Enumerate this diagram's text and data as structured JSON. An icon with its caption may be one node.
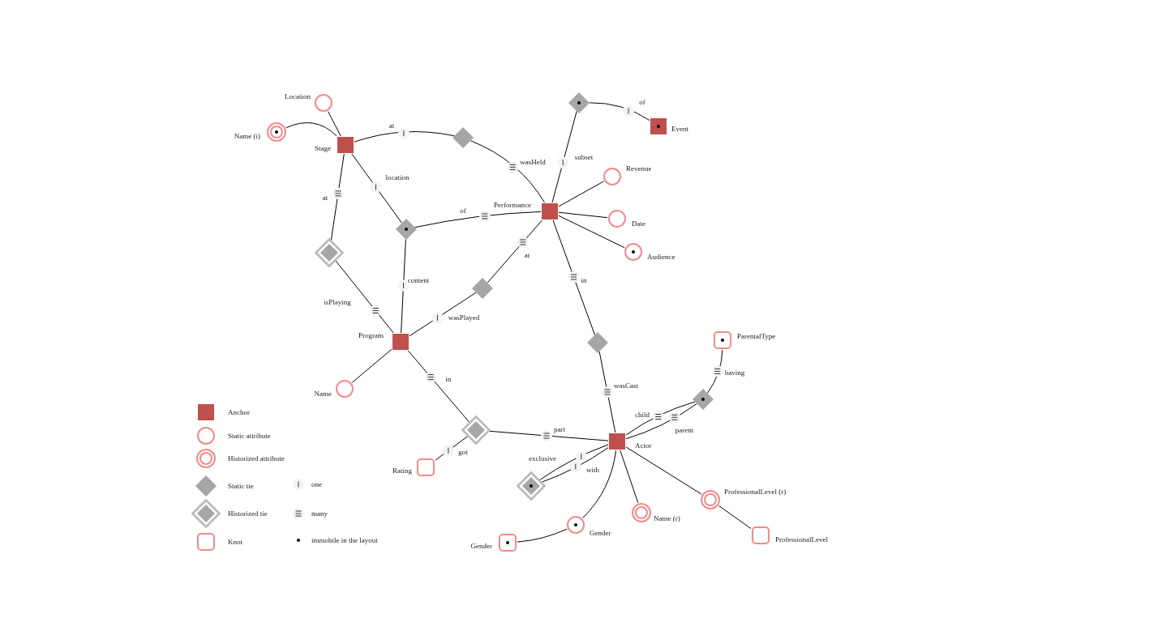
{
  "diagram": {
    "nodes": [
      {
        "text": [
          "Stage"
        ]
      },
      {
        "text": [
          "Location"
        ]
      },
      {
        "text": [
          "Name (i)"
        ]
      },
      {
        "text": [],
        "shape": "diamond"
      },
      {
        "text": [
          "Performance"
        ]
      },
      {
        "text": [],
        "shape": "diamond"
      },
      {
        "text": [
          "Event"
        ]
      },
      {
        "text": [
          "Revenue"
        ]
      },
      {
        "text": [
          "Date"
        ]
      },
      {
        "text": [
          "Audience"
        ]
      },
      {
        "text": [],
        "shape": "diamond"
      },
      {
        "text": [],
        "shape": "diamond"
      },
      {
        "text": [],
        "shape": "diamond"
      },
      {
        "text": [
          "Program"
        ]
      },
      {
        "text": [
          "Name"
        ]
      },
      {
        "text": [],
        "shape": "diamond"
      },
      {
        "text": [
          "Rating"
        ]
      },
      {
        "text": [],
        "shape": "diamond"
      },
      {
        "text": [
          "ParentalType"
        ]
      },
      {
        "text": [],
        "shape": "diamond"
      },
      {
        "text": [
          "Actor"
        ]
      },
      {
        "text": [],
        "shape": "diamond"
      },
      {
        "text": [
          "Gender"
        ]
      },
      {
        "text": [
          "Gender"
        ]
      },
      {
        "text": [
          "Name (r)"
        ]
      },
      {
        "text": [
          "ProfessionalLevel (r)"
        ]
      },
      {
        "text": [
          "ProfessionalLevel"
        ]
      }
    ],
    "edges": [
      {
        "from": 0,
        "to": 1,
        "arrow": "none"
      },
      {
        "from": 0,
        "to": 2,
        "arrow": "none"
      },
      {
        "from": 3,
        "to": 0,
        "arrow": "none",
        "label": "at"
      },
      {
        "from": 3,
        "to": 4,
        "arrow": "none",
        "label": "wasHeld"
      },
      {
        "from": 5,
        "to": 4,
        "arrow": "none",
        "label": "subset"
      },
      {
        "from": 5,
        "to": 6,
        "arrow": "none",
        "label": "of"
      },
      {
        "from": 4,
        "to": 7,
        "arrow": "none"
      },
      {
        "from": 4,
        "to": 8,
        "arrow": "none"
      },
      {
        "from": 4,
        "to": 9,
        "arrow": "none"
      },
      {
        "from": 10,
        "to": 0,
        "arrow": "none",
        "label": "location"
      },
      {
        "from": 10,
        "to": 4,
        "arrow": "none",
        "label": "of"
      },
      {
        "from": 10,
        "to": 13,
        "arrow": "none",
        "label": "content"
      },
      {
        "from": 11,
        "to": 0,
        "arrow": "none",
        "label": "at"
      },
      {
        "from": 11,
        "to": 13,
        "arrow": "none",
        "label": "isPlaying"
      },
      {
        "from": 12,
        "to": 4,
        "arrow": "none",
        "label": "at"
      },
      {
        "from": 12,
        "to": 13,
        "arrow": "none",
        "label": "wasPlayed"
      },
      {
        "from": 13,
        "to": 14,
        "arrow": "none"
      },
      {
        "from": 15,
        "to": 13,
        "arrow": "none",
        "label": "in"
      },
      {
        "from": 15,
        "to": 20,
        "arrow": "none",
        "label": "part"
      },
      {
        "from": 15,
        "to": 16,
        "arrow": "none",
        "label": "got"
      },
      {
        "from": 17,
        "to": 4,
        "arrow": "none",
        "label": "in"
      },
      {
        "from": 17,
        "to": 20,
        "arrow": "none",
        "label": "wasCast"
      },
      {
        "from": 19,
        "to": 18,
        "arrow": "none",
        "label": "having"
      },
      {
        "from": 19,
        "to": 20,
        "arrow": "none",
        "label": "child"
      },
      {
        "from": 19,
        "to": 20,
        "arrow": "none",
        "label": "parent"
      },
      {
        "from": 21,
        "to": 20,
        "arrow": "none",
        "label": "exclusive"
      },
      {
        "from": 21,
        "to": 20,
        "arrow": "none",
        "label": "with"
      },
      {
        "from": 20,
        "to": 22,
        "arrow": "none"
      },
      {
        "from": 22,
        "to": 23,
        "arrow": "none"
      },
      {
        "from": 20,
        "to": 24,
        "arrow": "none"
      },
      {
        "from": 20,
        "to": 25,
        "arrow": "none"
      },
      {
        "from": 25,
        "to": 26,
        "arrow": "none"
      }
    ],
    "legend": [
      {
        "text": "Anchor",
        "color": "#c0504d"
      },
      {
        "text": "Static attribute"
      },
      {
        "text": "Historized attribute"
      },
      {
        "text": "Static tie"
      },
      {
        "text": "one"
      },
      {
        "text": "Historized tie"
      },
      {
        "text": "many"
      },
      {
        "text": "Knot"
      },
      {
        "text": "immobile in the layout"
      }
    ]
  }
}
